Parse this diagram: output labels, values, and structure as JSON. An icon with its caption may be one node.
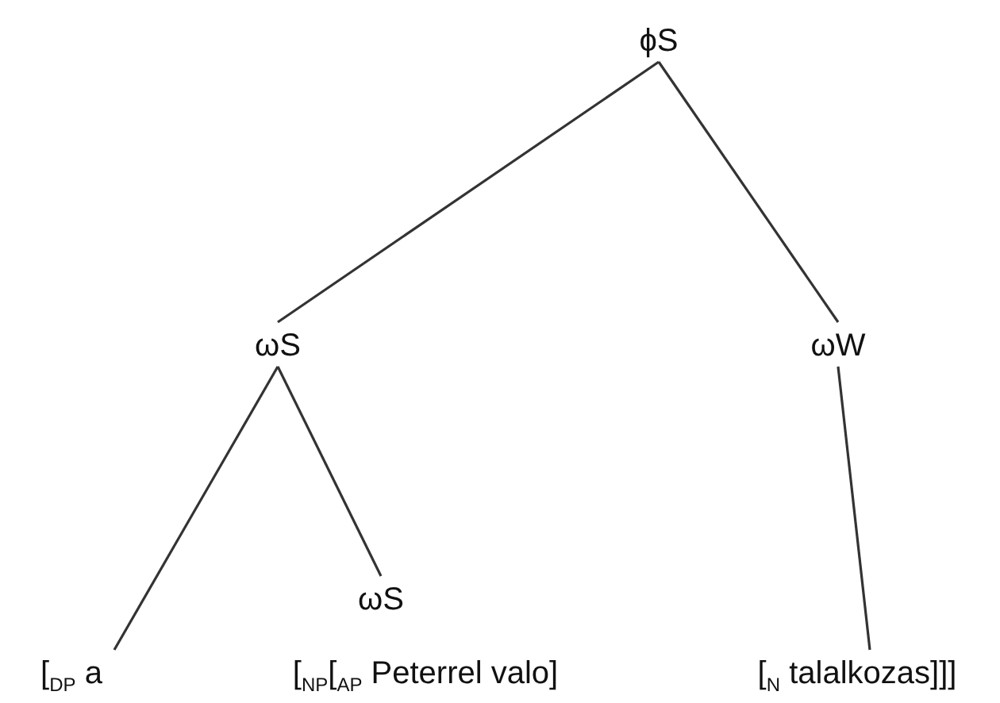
{
  "diagram": {
    "nodes": [
      {
        "text": [
          "ϕS"
        ]
      },
      {
        "text": [
          "ωS"
        ]
      },
      {
        "text": [
          "ωW"
        ]
      },
      {
        "text": [
          "ωS"
        ]
      },
      {
        "text": [
          "[$_{DP}$ a"
        ]
      },
      {
        "text": [
          "[$_{NP}$[$_{AP}$ Peterrel valo]"
        ]
      },
      {
        "text": [
          "[$_{N}$ talalkozas]]]"
        ]
      }
    ],
    "edges": [
      {
        "from": 0,
        "to": 1,
        "arrow": "none"
      },
      {
        "from": 0,
        "to": 2,
        "arrow": "none"
      },
      {
        "from": 1,
        "to": 4,
        "arrow": "none"
      },
      {
        "from": 1,
        "to": 3,
        "arrow": "none"
      },
      {
        "from": 2,
        "to": 6,
        "arrow": "none"
      }
    ]
  }
}
